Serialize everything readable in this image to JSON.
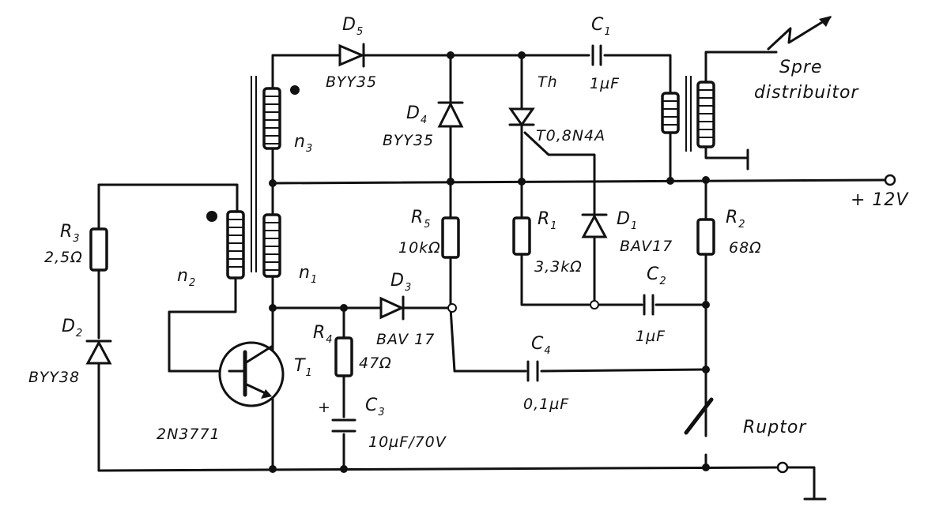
{
  "labels": {
    "d5": "D",
    "d5_sub": "5",
    "byy35_top": "BYY35",
    "c1": "C",
    "c1_sub": "1",
    "c1_val": "1µF",
    "spre": "Spre",
    "distribuitor": "distribuitor",
    "d4": "D",
    "d4_sub": "4",
    "byy35_mid": "BYY35",
    "th": "Th",
    "th_part": "T0,8N4A",
    "n3": "n",
    "n3_sub": "3",
    "n2": "n",
    "n2_sub": "2",
    "n1": "n",
    "n1_sub": "1",
    "r3": "R",
    "r3_sub": "3",
    "r3_val": "2,5Ω",
    "d2": "D",
    "d2_sub": "2",
    "byy38": "BYY38",
    "r5": "R",
    "r5_sub": "5",
    "r5_val": "10kΩ",
    "r1": "R",
    "r1_sub": "1",
    "r1_val": "3,3kΩ",
    "d1": "D",
    "d1_sub": "1",
    "bav17_d1": "BAV17",
    "r2": "R",
    "r2_sub": "2",
    "r2_val": "68Ω",
    "supply": "+ 12V",
    "d3": "D",
    "d3_sub": "3",
    "bav17_d3": "BAV 17",
    "c2": "C",
    "c2_sub": "2",
    "c2_val": "1µF",
    "r4": "R",
    "r4_sub": "4",
    "r4_val": "47Ω",
    "c4": "C",
    "c4_sub": "4",
    "c4_val": "0,1µF",
    "t1": "T",
    "t1_sub": "1",
    "t1_part": "2N3771",
    "c3": "C",
    "c3_sub": "3",
    "c3_val": "10µF/70V",
    "c3_plus": "+",
    "ruptor": "Ruptor"
  }
}
